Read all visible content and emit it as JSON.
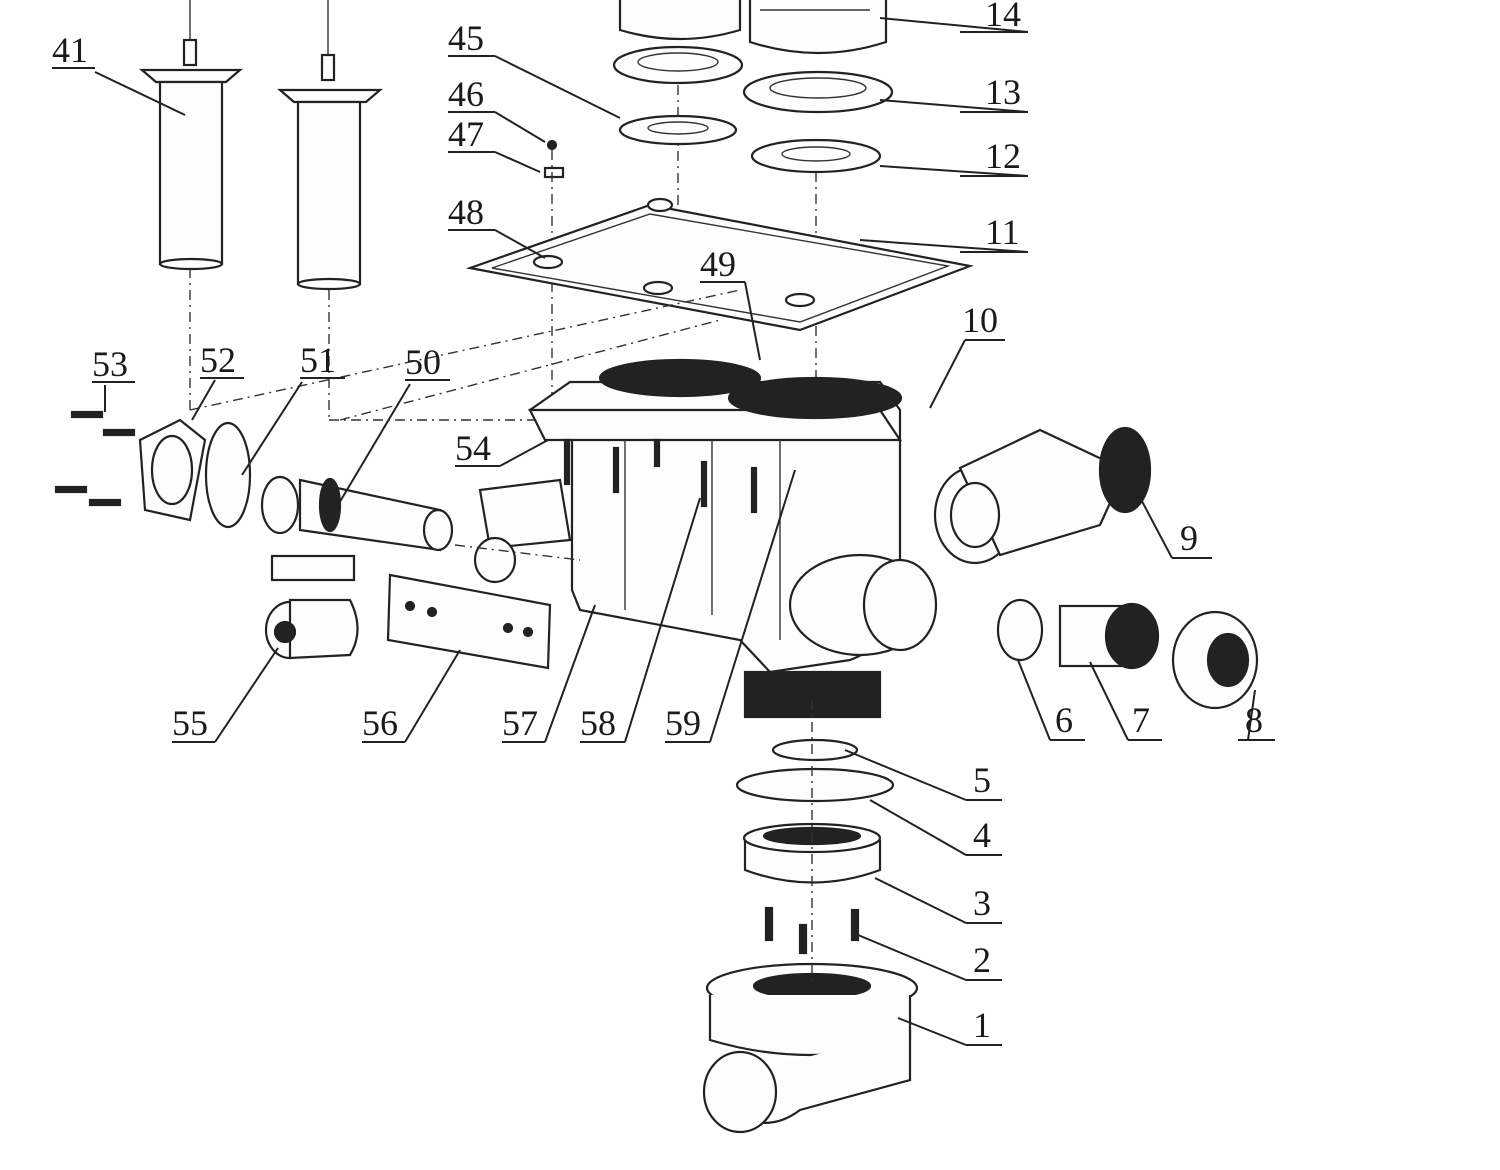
{
  "labels": {
    "l1": "1",
    "l2": "2",
    "l3": "3",
    "l4": "4",
    "l5": "5",
    "l6": "6",
    "l7": "7",
    "l8": "8",
    "l9": "9",
    "l10": "10",
    "l11": "11",
    "l12": "12",
    "l13": "13",
    "l14": "14",
    "l41": "41",
    "l45": "45",
    "l46": "46",
    "l47": "47",
    "l48": "48",
    "l49": "49",
    "l50": "50",
    "l51": "51",
    "l52": "52",
    "l53": "53",
    "l54": "54",
    "l55": "55",
    "l56": "56",
    "l57": "57",
    "l58": "58",
    "l59": "59"
  },
  "colors": {
    "ink": "#222222",
    "paper": "#ffffff"
  }
}
